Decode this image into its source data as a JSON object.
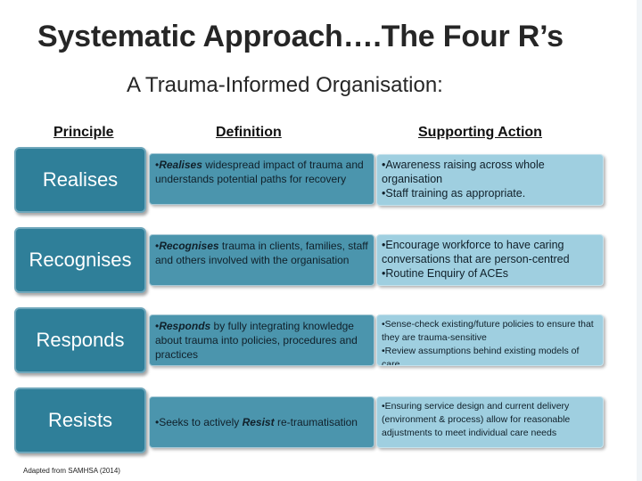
{
  "title": "Systematic Approach….The Four R’s",
  "subtitle": "A Trauma-Informed Organisation:",
  "headers": {
    "principle": "Principle",
    "definition": "Definition",
    "action": "Supporting Action"
  },
  "rows": [
    {
      "principle": "Realises",
      "def_lead": "•",
      "def_em": "Realises",
      "def_rest": " widespread impact of trauma and understands potential paths for recovery",
      "actions": [
        "•Awareness raising across whole organisation",
        "•Staff training as appropriate."
      ]
    },
    {
      "principle": "Recognises",
      "def_lead": "•",
      "def_em": "Recognises",
      "def_rest": " trauma in clients, families, staff and others involved with the organisation",
      "actions": [
        "•Encourage workforce to have caring conversations that are person-centred",
        "•Routine Enquiry of ACEs"
      ]
    },
    {
      "principle": "Responds",
      "def_lead": "•",
      "def_em": "Responds",
      "def_rest": " by fully integrating knowledge about trauma into policies, procedures and practices",
      "actions": [
        "•Sense-check existing/future policies to ensure that they are trauma-sensitive",
        "•Review assumptions behind existing models of care"
      ]
    },
    {
      "principle": "Resists",
      "def_lead": "•Seeks to actively ",
      "def_em": "Resist",
      "def_rest": " re-traumatisation",
      "actions": [
        "•Ensuring service design and current delivery (environment & process) allow for reasonable adjustments to meet individual care needs"
      ]
    }
  ],
  "footer": "Adapted from SAMHSA (2014)",
  "colors": {
    "principle_fill": "#2f7f99",
    "definition_fill": "#4b95ad",
    "action_fill": "#9fcfe0"
  }
}
